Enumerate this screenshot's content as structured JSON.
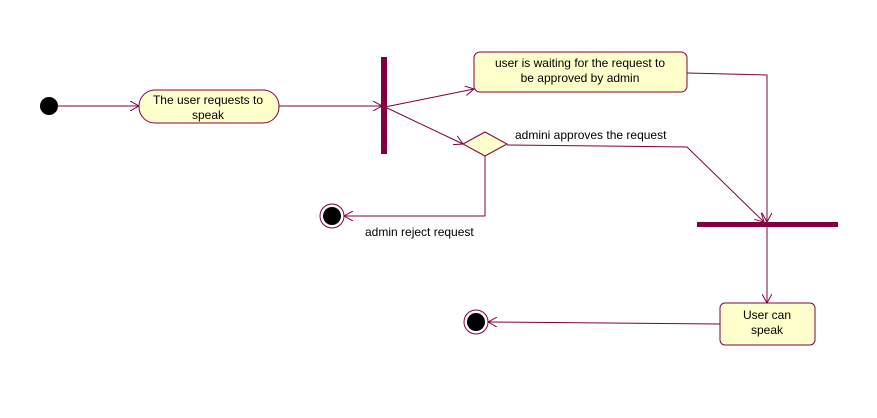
{
  "diagram": {
    "type": "uml-activity",
    "colors": {
      "line": "#800040",
      "bar": "#800040",
      "node_fill": "#ffffcc",
      "node_stroke": "#800040",
      "text": "#000000",
      "dot": "#000000"
    },
    "nodes": {
      "request": {
        "line1": "The user requests to",
        "line2": "speak"
      },
      "waiting": {
        "line1": "user is waiting for the request to",
        "line2": "be approved by admin"
      },
      "can_speak": {
        "line1": "User can",
        "line2": "speak"
      }
    },
    "edges": {
      "approve": "admini approves the request",
      "reject": "admin reject  request"
    }
  }
}
